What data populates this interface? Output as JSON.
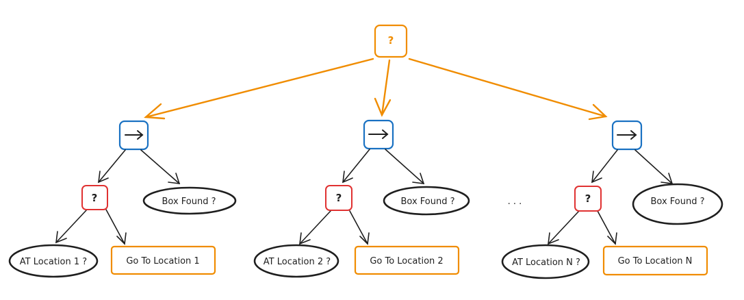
{
  "colors": {
    "selector": "#f08c00",
    "sequence": "#1971c2",
    "fallback": "#e03131",
    "condition": "#1e1e1e",
    "action": "#f08c00",
    "text": "#1e1e1e"
  },
  "root": {
    "symbol": "?"
  },
  "ellipsis": ". . .",
  "branches": [
    {
      "sequence_icon": "arrow-right-icon",
      "fallback_symbol": "?",
      "check_label": "Box Found ?",
      "condition_label": "AT Location 1 ?",
      "action_label": "Go To Location 1"
    },
    {
      "sequence_icon": "arrow-right-icon",
      "fallback_symbol": "?",
      "check_label": "Box Found ?",
      "condition_label": "AT Location 2 ?",
      "action_label": "Go To Location 2"
    },
    {
      "sequence_icon": "arrow-right-icon",
      "fallback_symbol": "?",
      "check_label": "Box Found ?",
      "condition_label": "AT Location N ?",
      "action_label": "Go To Location N"
    }
  ]
}
